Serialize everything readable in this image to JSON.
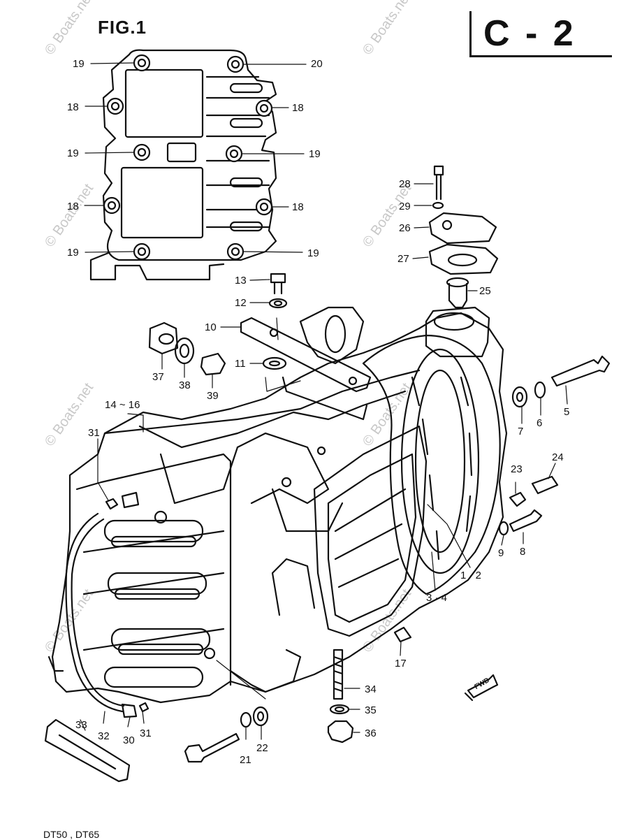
{
  "figure_label": "FIG.1",
  "section_code": "C - 2",
  "footer_text": "DT50 , DT65",
  "fwd_label": "FWD",
  "watermark_text": "© Boats.net",
  "callouts": {
    "n19a": "19",
    "n20": "20",
    "n18a": "18",
    "n18b": "18",
    "n19b": "19",
    "n19c": "19",
    "n18c": "18",
    "n18d": "18",
    "n19d": "19",
    "n19e": "19",
    "n28": "28",
    "n29": "29",
    "n26": "26",
    "n27": "27",
    "n25": "25",
    "n13": "13",
    "n12": "12",
    "n10": "10",
    "n11": "11",
    "n37": "37",
    "n38": "38",
    "n39": "39",
    "n14_16": "14 ~ 16",
    "n31a": "31",
    "n5": "5",
    "n6": "6",
    "n7": "7",
    "n23": "23",
    "n24": "24",
    "n8": "8",
    "n9": "9",
    "n1_2": "1 · 2",
    "n3_4": "3 · 4",
    "n17": "17",
    "n34": "34",
    "n35": "35",
    "n36": "36",
    "n33": "33",
    "n32": "32",
    "n30": "30",
    "n31b": "31",
    "n21": "21",
    "n22": "22"
  },
  "colors": {
    "ink": "#111111",
    "paper": "#ffffff",
    "watermark": "#c8c8c8"
  }
}
